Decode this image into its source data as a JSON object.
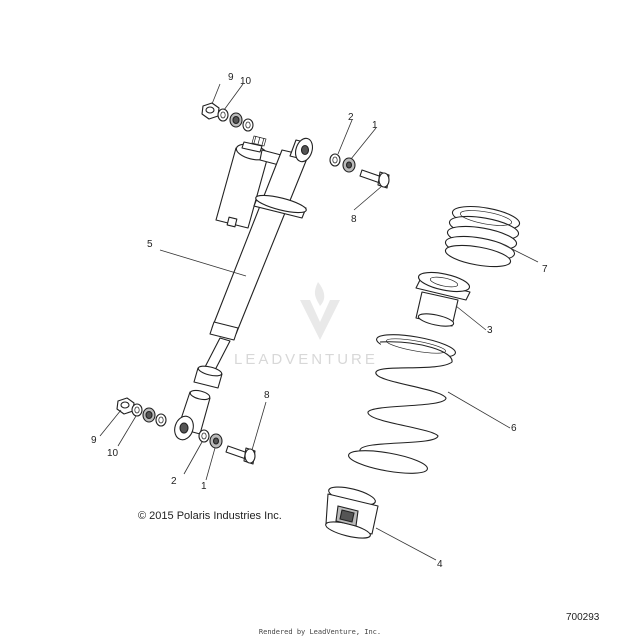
{
  "diagram": {
    "callouts": {
      "c1a": "1",
      "c1b": "1",
      "c2a": "2",
      "c2b": "2",
      "c3": "3",
      "c4": "4",
      "c5": "5",
      "c6": "6",
      "c7": "7",
      "c8a": "8",
      "c8b": "8",
      "c9a": "9",
      "c9b": "9",
      "c10a": "10",
      "c10b": "10"
    }
  },
  "watermark": {
    "text": "LEADVENTURE"
  },
  "footer": {
    "copyright": "© 2015 Polaris Industries Inc.",
    "figure_number": "700293",
    "rendered_by": "Rendered by LeadVenture, Inc."
  }
}
